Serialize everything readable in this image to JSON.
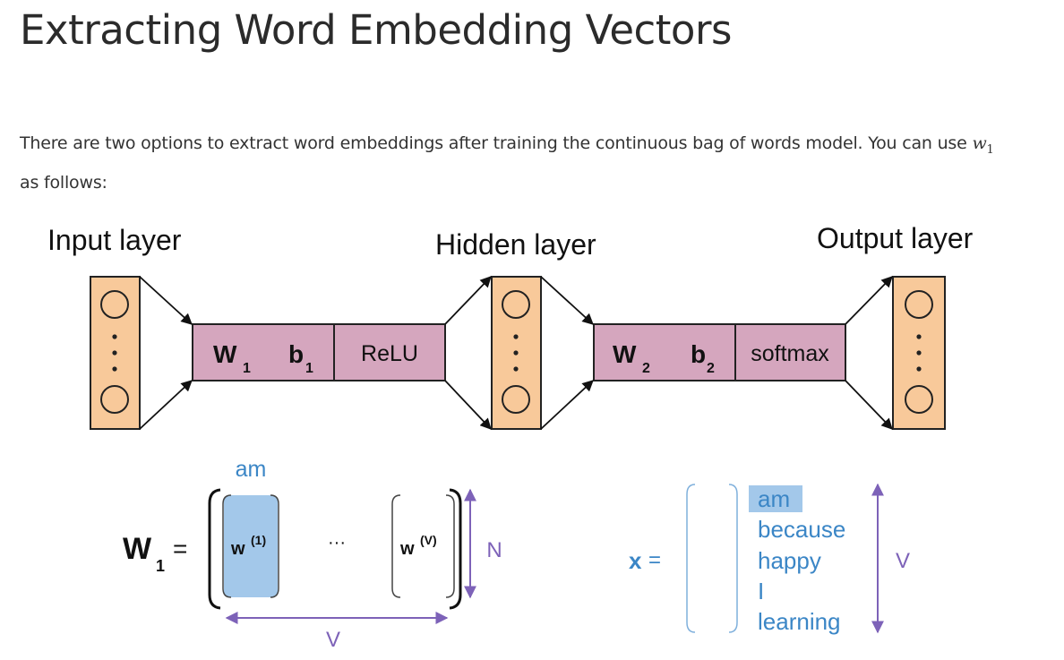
{
  "page": {
    "title": "Extracting Word Embedding Vectors",
    "intro_text": "There are two options to extract word embeddings after training the continuous bag of words model. You can use",
    "intro_math_var": "w",
    "intro_math_sub": "1",
    "intro_tail": "as follows:"
  },
  "network": {
    "input_label": "Input layer",
    "hidden_label": "Hidden layer",
    "output_label": "Output layer",
    "dots": "⋮",
    "block1": {
      "weight": "W",
      "weight_sub": "1",
      "bias": "b",
      "bias_sub": "1",
      "activation": "ReLU"
    },
    "block2": {
      "weight": "W",
      "weight_sub": "2",
      "bias": "b",
      "bias_sub": "2",
      "activation": "softmax"
    }
  },
  "matrix": {
    "label": "W",
    "label_sub": "1",
    "equals": "=",
    "highlight_word": "am",
    "col1": "w",
    "col1_sup": "(1)",
    "ellipsis": "···",
    "colV": "w",
    "colV_sup": "(V)",
    "height_label": "N",
    "width_label": "V"
  },
  "vector": {
    "label": "x",
    "equals": "=",
    "words": [
      "am",
      "because",
      "happy",
      "I",
      "learning"
    ],
    "size_label": "V"
  },
  "colors": {
    "node_fill": "#f8c99a",
    "block_fill": "#d5a6be",
    "highlight_blue": "#a3c8ea",
    "text_blue": "#3b86c6",
    "arrow_purple": "#7d62b8"
  }
}
